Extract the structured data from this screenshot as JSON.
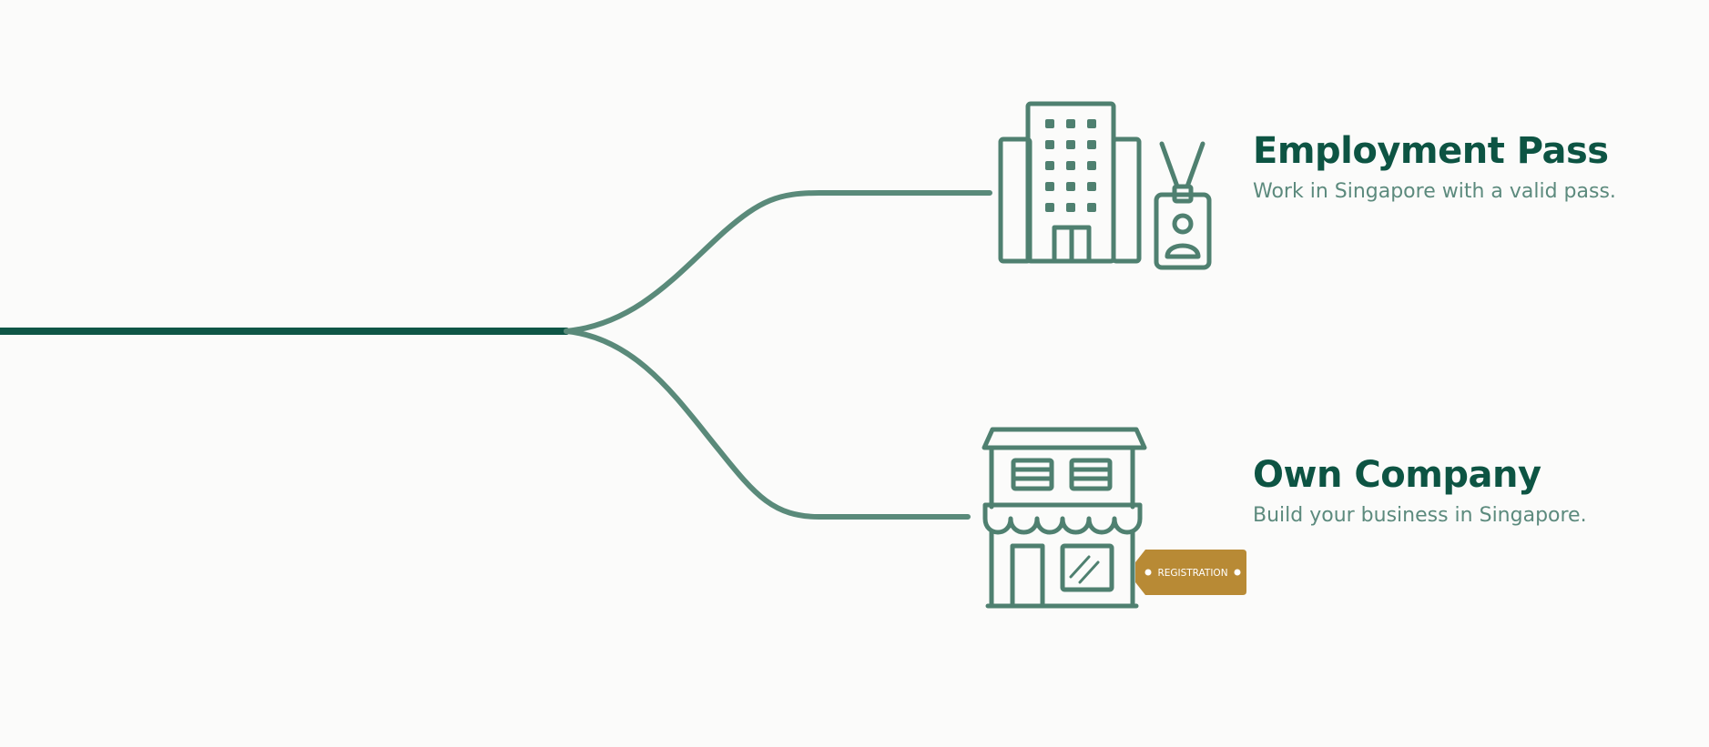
{
  "colors": {
    "background": "#fbfbfa",
    "trunk": "#0f5646",
    "branch": "#5a8a7a",
    "icon_stroke": "#4f8070",
    "title": "#0d5443",
    "description": "#5c8a7d",
    "tag_fill": "#b88a35",
    "tag_text": "#ffffff"
  },
  "options": {
    "employment_pass": {
      "title": "Employment Pass",
      "description": "Work in Singapore with a valid pass.",
      "icon": "office-building-with-id-badge-icon"
    },
    "own_company": {
      "title": "Own Company",
      "description": "Build your business in Singapore.",
      "icon": "storefront-icon",
      "tag_label": "REGISTRATION"
    }
  }
}
